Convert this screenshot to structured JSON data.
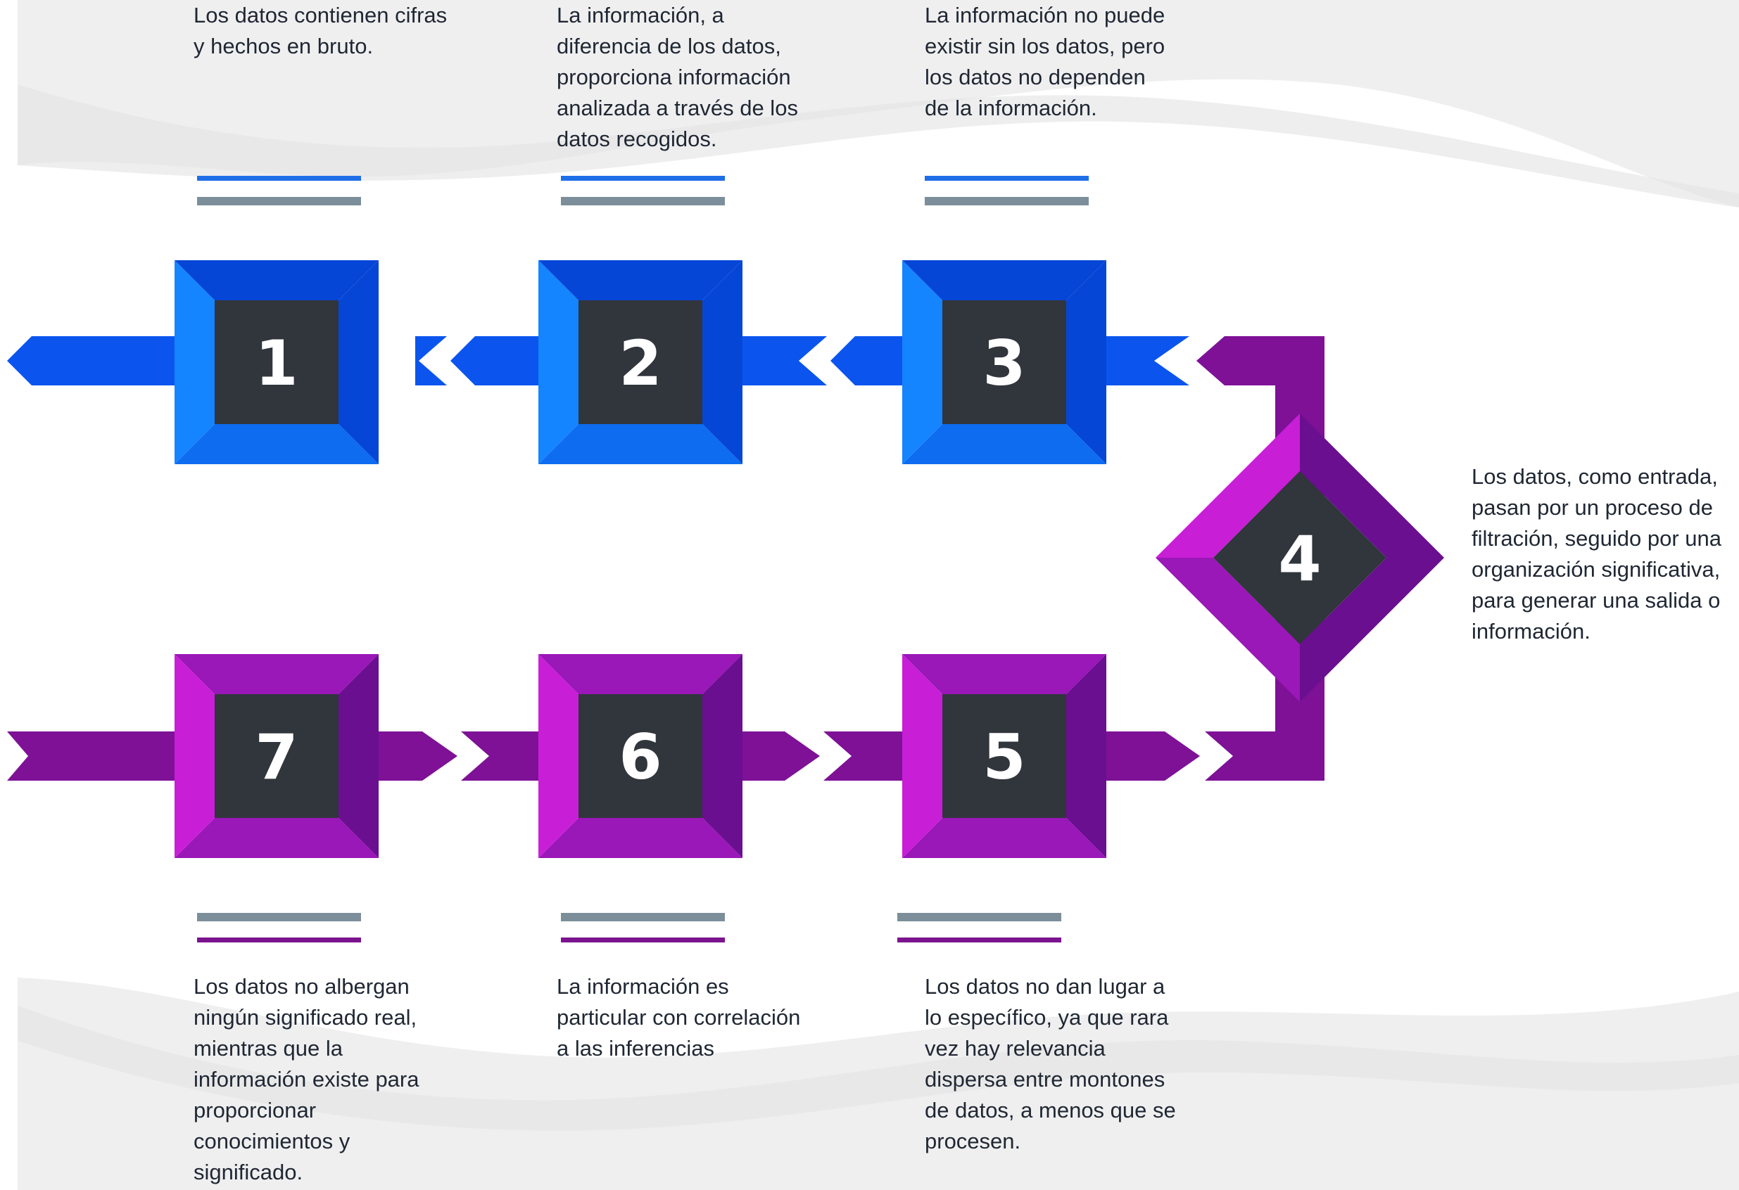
{
  "colors": {
    "blue_light": "#1584FF",
    "blue_mid": "#0D6CF0",
    "blue_dark": "#0646D6",
    "blue_arrow": "#0B55EE",
    "purple_light": "#C81ED6",
    "purple_mid": "#9A17B8",
    "purple_dark": "#6A0F8F",
    "purple_arrow": "#7E1196",
    "center_square": "#31353C",
    "divider_blue": "#1E6FE8",
    "divider_gray": "#7C8E99",
    "divider_purple": "#7B148F",
    "wave_gray": "#E9E9EB"
  },
  "steps": [
    {
      "number": "1",
      "caption": "Los datos contienen cifras\ny hechos en bruto."
    },
    {
      "number": "2",
      "caption": "La información, a\ndiferencia de los datos,\nproporciona información\nanalizada a través de los\ndatos recogidos."
    },
    {
      "number": "3",
      "caption": "La información no puede\nexistir sin los datos, pero\nlos datos no dependen\nde la información."
    },
    {
      "number": "4",
      "caption": "Los datos, como entrada,\npasan por un proceso de\nfiltración, seguido por una\norganización significativa,\npara generar una salida o\ninformación."
    },
    {
      "number": "5",
      "caption": "Los datos no dan lugar a\nlo específico, ya que rara\nvez hay relevancia\ndispersa entre montones\nde datos, a menos que se\nprocesen."
    },
    {
      "number": "6",
      "caption": "La información es\nparticular con correlación\na las inferencias"
    },
    {
      "number": "7",
      "caption": "Los datos no albergan\nningún significado real,\nmientras que la\ninformación existe para\nproporcionar\nconocimientos y\nsignificado."
    }
  ]
}
